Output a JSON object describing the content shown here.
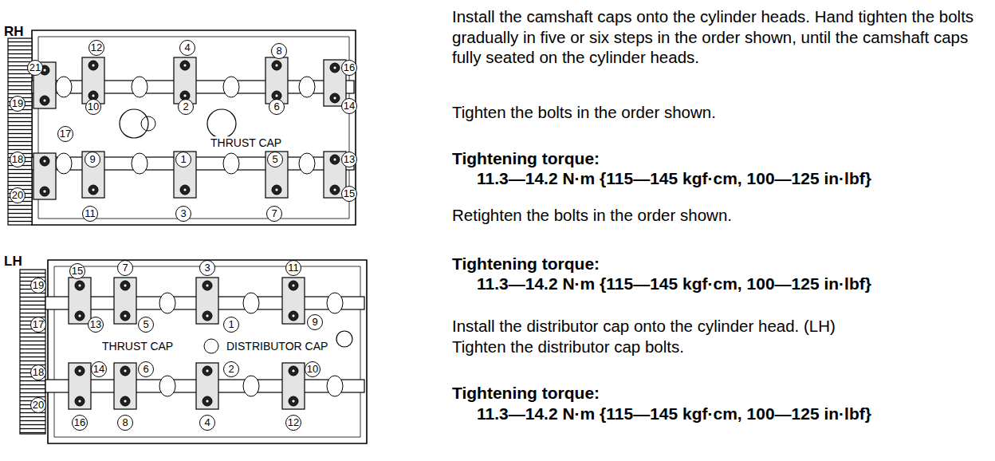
{
  "diagram": {
    "labels": [
      "RH",
      "12",
      "4",
      "8",
      "16",
      "21",
      "19",
      "10",
      "2",
      "6",
      "14",
      "17",
      "9",
      "1",
      "5",
      "13",
      "18",
      "20",
      "11",
      "3",
      "7",
      "15",
      "THRUST CAP",
      "LH",
      "15",
      "7",
      "3",
      "11",
      "19",
      "17",
      "13",
      "5",
      "1",
      "9",
      "18",
      "14",
      "6",
      "2",
      "10",
      "20",
      "16",
      "8",
      "4",
      "12",
      "THRUST CAP",
      "DISTRIBUTOR CAP",
      "Install the camshaft caps onto the cylinder heads. Hand tighten the bolts gradually in five or six steps in the order shown, until the camshaft caps fully seated on the cylinder heads.",
      "Tighten the bolts in the order shown.",
      "Tightening torque:",
      "11.3—14.2 N·m {115—145 kgf·cm, 100—125 in·lbf}",
      "Retighten the bolts in the order shown.",
      "Tightening torque:",
      "11.3—14.2 N·m {115—145 kgf·cm, 100—125 in·lbf}",
      "Install the distributor cap onto the cylinder head. (LH)",
      "Tighten the distributor cap bolts.",
      "Tightening torque:",
      "11.3—14.2 N·m {115—145 kgf·cm, 100—125 in·lbf}"
    ]
  }
}
